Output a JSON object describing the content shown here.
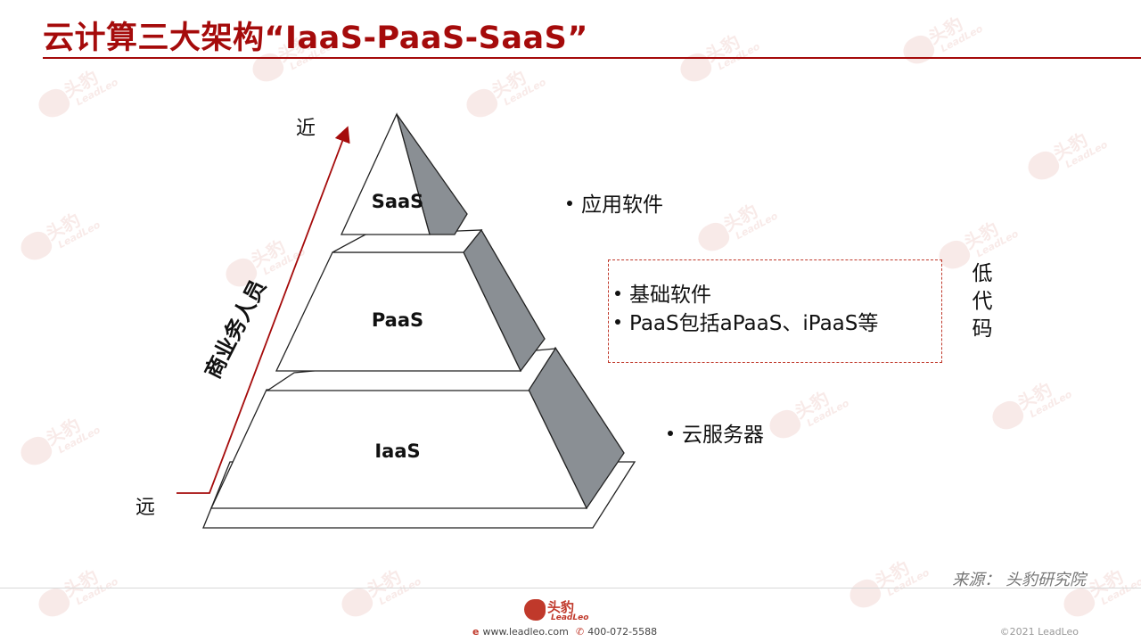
{
  "title": "云计算三大架构“IaaS-PaaS-SaaS”",
  "watermark": {
    "cn": "头豹",
    "en": "LeadLeo",
    "color": "#c0392b"
  },
  "pyramid": {
    "levels": [
      {
        "name": "SaaS"
      },
      {
        "name": "PaaS"
      },
      {
        "name": "IaaS"
      }
    ]
  },
  "axis": {
    "near": "近",
    "far": "远",
    "label": "商业务人员",
    "color": "#a50b0b"
  },
  "descriptions": {
    "saas": "应用软件",
    "paas": [
      "基础软件",
      "PaaS包括aPaaS、iPaaS等"
    ],
    "iaas": "云服务器"
  },
  "low_code": [
    "低",
    "代",
    "码"
  ],
  "source": "来源：  头豹研究院",
  "footer": {
    "logo_cn": "头豹",
    "logo_en": "LeadLeo",
    "website": "www.leadleo.com",
    "phone": "400-072-5588",
    "copyright": "©2021 LeadLeo"
  },
  "colors": {
    "title": "#a50b0b",
    "shadow": "#8a8f94",
    "dashed_border": "#c0392b"
  }
}
